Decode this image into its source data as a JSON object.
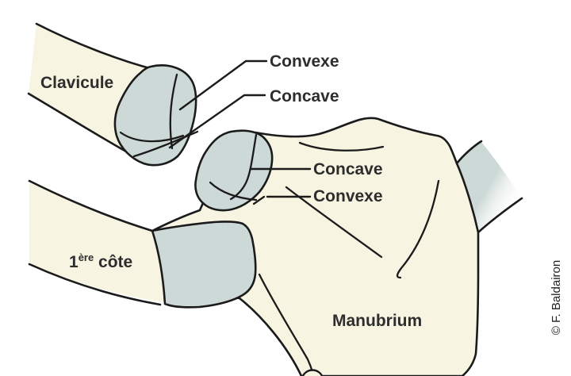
{
  "figure": {
    "type": "anatomical-diagram",
    "subject": "sternoclavicular joint surfaces",
    "background": "#ffffff",
    "colors": {
      "bone_fill": "#f7f4e2",
      "cartilage_fill": "#cdd9d6",
      "outline": "#1b1b1b",
      "label_text": "#2d2d2d"
    },
    "labels": {
      "clavicle": "Clavicule",
      "top_convex": "Convexe",
      "top_concave": "Concave",
      "mid_concave": "Concave",
      "mid_convex": "Convexe",
      "first_rib_number": "1",
      "first_rib_sup": "ère",
      "first_rib_word": " côte",
      "manubrium": "Manubrium",
      "credit": "© F. Baldairon"
    }
  }
}
